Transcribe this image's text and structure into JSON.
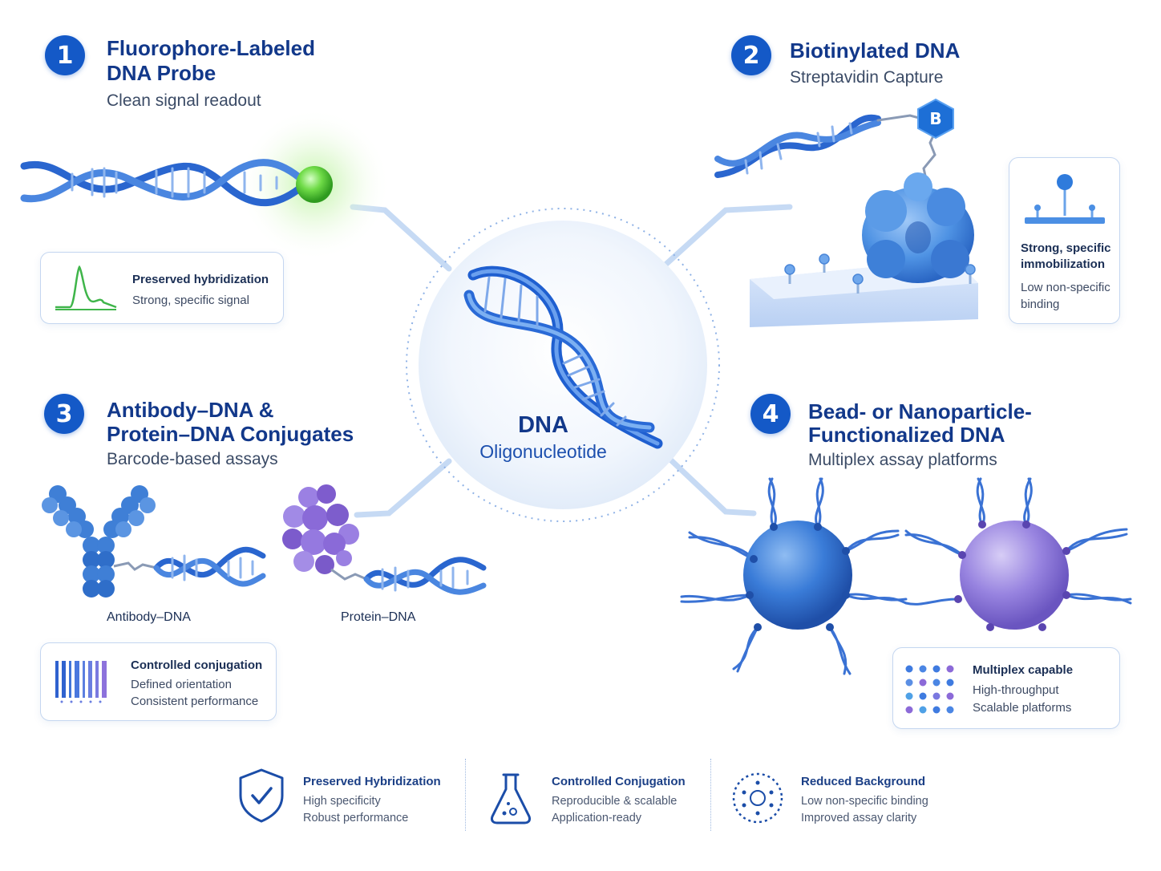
{
  "center": {
    "title": "DNA",
    "subtitle": "Oligonucleotide"
  },
  "sections": [
    {
      "number": "1",
      "title_line1": "Fluorophore-Labeled",
      "title_line2": "DNA Probe",
      "subtitle": "Clean signal readout",
      "card": {
        "title": "Preserved hybridization",
        "line1": "Strong, specific signal",
        "icon": "peak-signal-icon"
      }
    },
    {
      "number": "2",
      "title_line1": "Biotinylated DNA",
      "subtitle": "Streptavidin Capture",
      "biotin_label": "B",
      "card": {
        "title_line1": "Strong, specific",
        "title_line2": "immobilization",
        "line1": "Low non-specific",
        "line2": "binding",
        "icon": "surface-pin-icon"
      }
    },
    {
      "number": "3",
      "title_line1": "Antibody–DNA &",
      "title_line2": "Protein–DNA Conjugates",
      "subtitle": "Barcode-based assays",
      "caption_left": "Antibody–DNA",
      "caption_right": "Protein–DNA",
      "card": {
        "title": "Controlled conjugation",
        "line1": "Defined orientation",
        "line2": "Consistent performance",
        "icon": "barcode-icon"
      }
    },
    {
      "number": "4",
      "title_line1": "Bead- or Nanoparticle-",
      "title_line2": "Functionalized DNA",
      "subtitle": "Multiplex assay platforms",
      "card": {
        "title": "Multiplex capable",
        "line1": "High-throughput",
        "line2": "Scalable platforms",
        "icon": "dot-grid-icon"
      }
    }
  ],
  "bottom_features": [
    {
      "title": "Preserved Hybridization",
      "line1": "High specificity",
      "line2": "Robust performance",
      "icon": "shield-check-icon"
    },
    {
      "title": "Controlled Conjugation",
      "line1": "Reproducible & scalable",
      "line2": "Application-ready",
      "icon": "flask-icon"
    },
    {
      "title": "Reduced Background",
      "line1": "Low non-specific binding",
      "line2": "Improved assay clarity",
      "icon": "molecule-target-icon"
    }
  ],
  "colors": {
    "primary": "#1459c7",
    "heading": "#12388a",
    "fluorophore": "#5ed23f",
    "protein_purple": "#8a6ad8",
    "card_border": "#c4d6f0"
  }
}
